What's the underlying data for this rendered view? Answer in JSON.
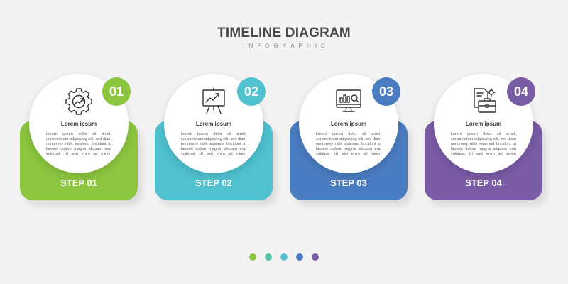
{
  "header": {
    "title": "TIMELINE DIAGRAM",
    "subtitle": "INFOGRAPHIC"
  },
  "steps": [
    {
      "number": "01",
      "label": "STEP 01",
      "title": "Lorem ipsum",
      "body": "Lorem ipsum dolor sit amet, consectetuer adipiscing elit, sed diam nonummy nibh euismod tincidunt ut laoreet dolore magna aliquam erat volutpat. Ut wisi enim ad minim",
      "icon": "gear-growth-icon",
      "color": "#8cc63f"
    },
    {
      "number": "02",
      "label": "STEP 02",
      "title": "Lorem ipsum",
      "body": "Lorem ipsum dolor sit amet, consectetuer adipiscing elit, sed diam nonummy nibh euismod tincidunt ut laoreet dolore magna aliquam erat volutpat. Ut wisi enim ad minim",
      "icon": "presentation-board-icon",
      "color": "#4fc1cf"
    },
    {
      "number": "03",
      "label": "STEP 03",
      "title": "Lorem ipsum",
      "body": "Lorem ipsum dolor sit amet, consectetuer adipiscing elit, sed diam nonummy nibh euismod tincidunt ut laoreet dolore magna aliquam erat volutpat. Ut wisi enim ad minim",
      "icon": "monitor-analytics-icon",
      "color": "#4a7cc1"
    },
    {
      "number": "04",
      "label": "STEP 04",
      "title": "Lorem ipsum",
      "body": "Lorem ipsum dolor sit amet, consectetuer adipiscing elit, sed diam nonummy nibh euismod tincidunt ut laoreet dolore magna aliquam erat volutpat. Ut wisi enim ad minim",
      "icon": "briefcase-documents-icon",
      "color": "#7a5ba6"
    }
  ],
  "pagination": {
    "dots": [
      "#8cc63f",
      "#55c1a8",
      "#4fc1cf",
      "#4a7cc1",
      "#7a5ba6"
    ]
  }
}
